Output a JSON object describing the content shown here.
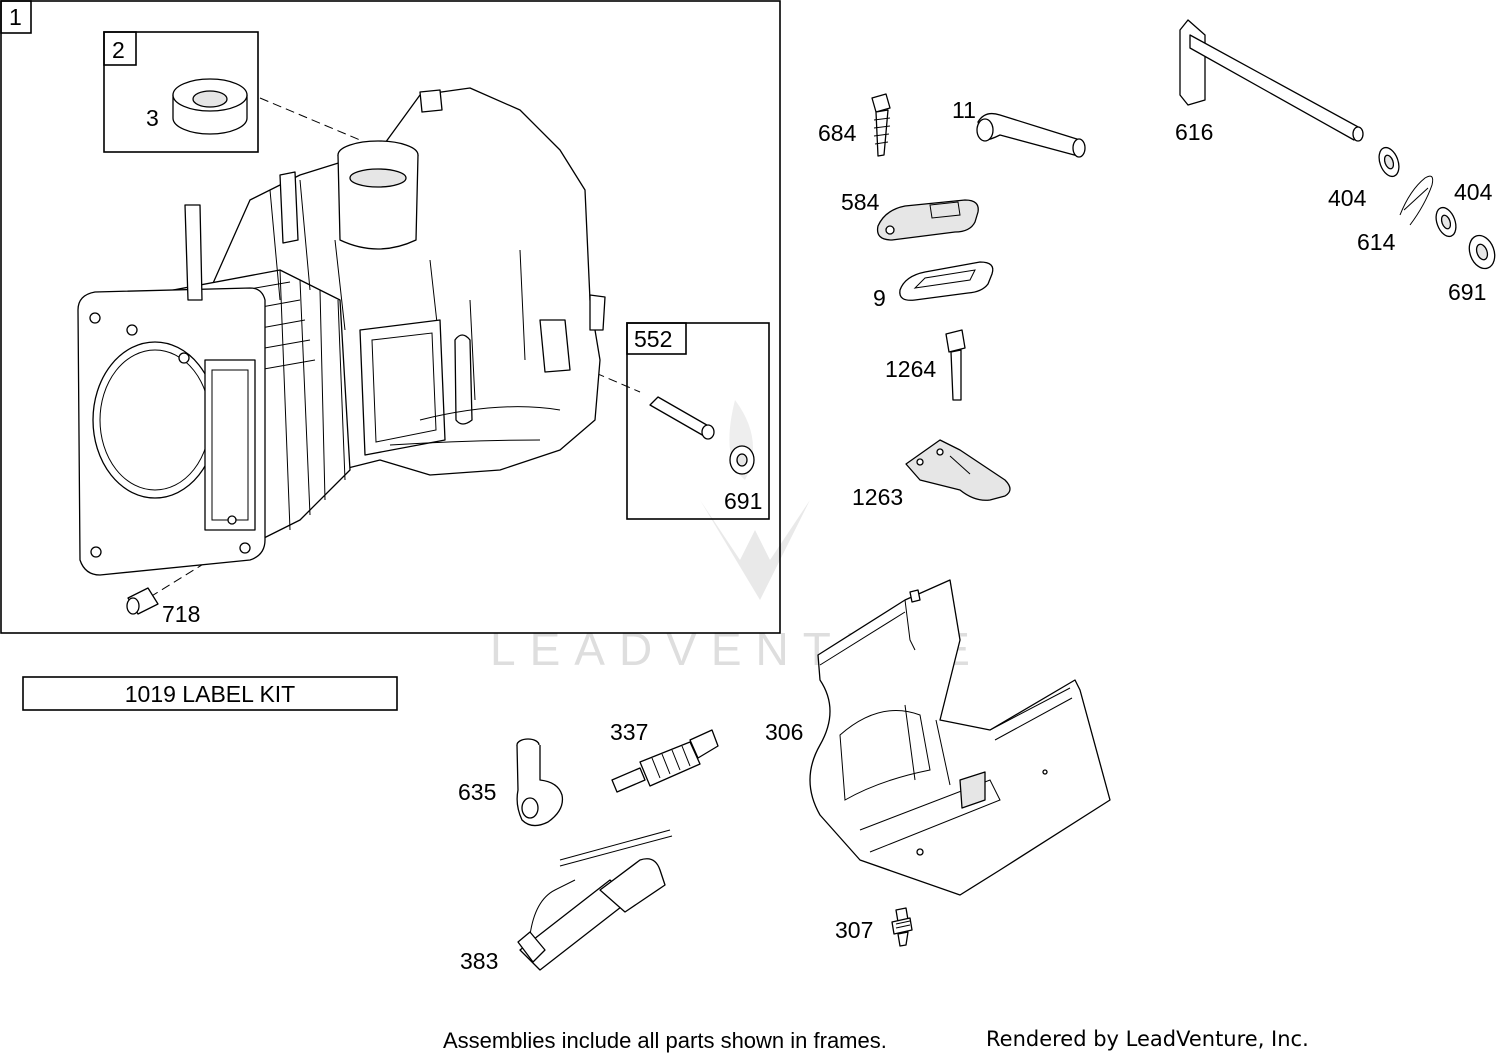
{
  "frames": {
    "main_assembly": "1",
    "bearing_kit": "2",
    "pin_kit": "552"
  },
  "callouts": {
    "seal": "3",
    "washer_in_kit": "691",
    "dowel_pin": "718",
    "screw_684": "684",
    "breather_tube": "11",
    "breather_cover": "584",
    "breather_gasket": "9",
    "screw_1264": "1264",
    "deflector": "1263",
    "governor_shaft": "616",
    "washer_404_a": "404",
    "washer_404_b": "404",
    "hitch_pin": "614",
    "washer_691_shaft": "691",
    "spark_plug": "337",
    "spark_boot": "635",
    "ignition_lead": "383",
    "blower_housing": "306",
    "screw_307": "307"
  },
  "label_kit": "1019 LABEL KIT",
  "watermark": "LEADVENTURE",
  "footer": {
    "note": "Assemblies include all parts shown in frames.",
    "rendered_by": "Rendered by LeadVenture, Inc."
  }
}
